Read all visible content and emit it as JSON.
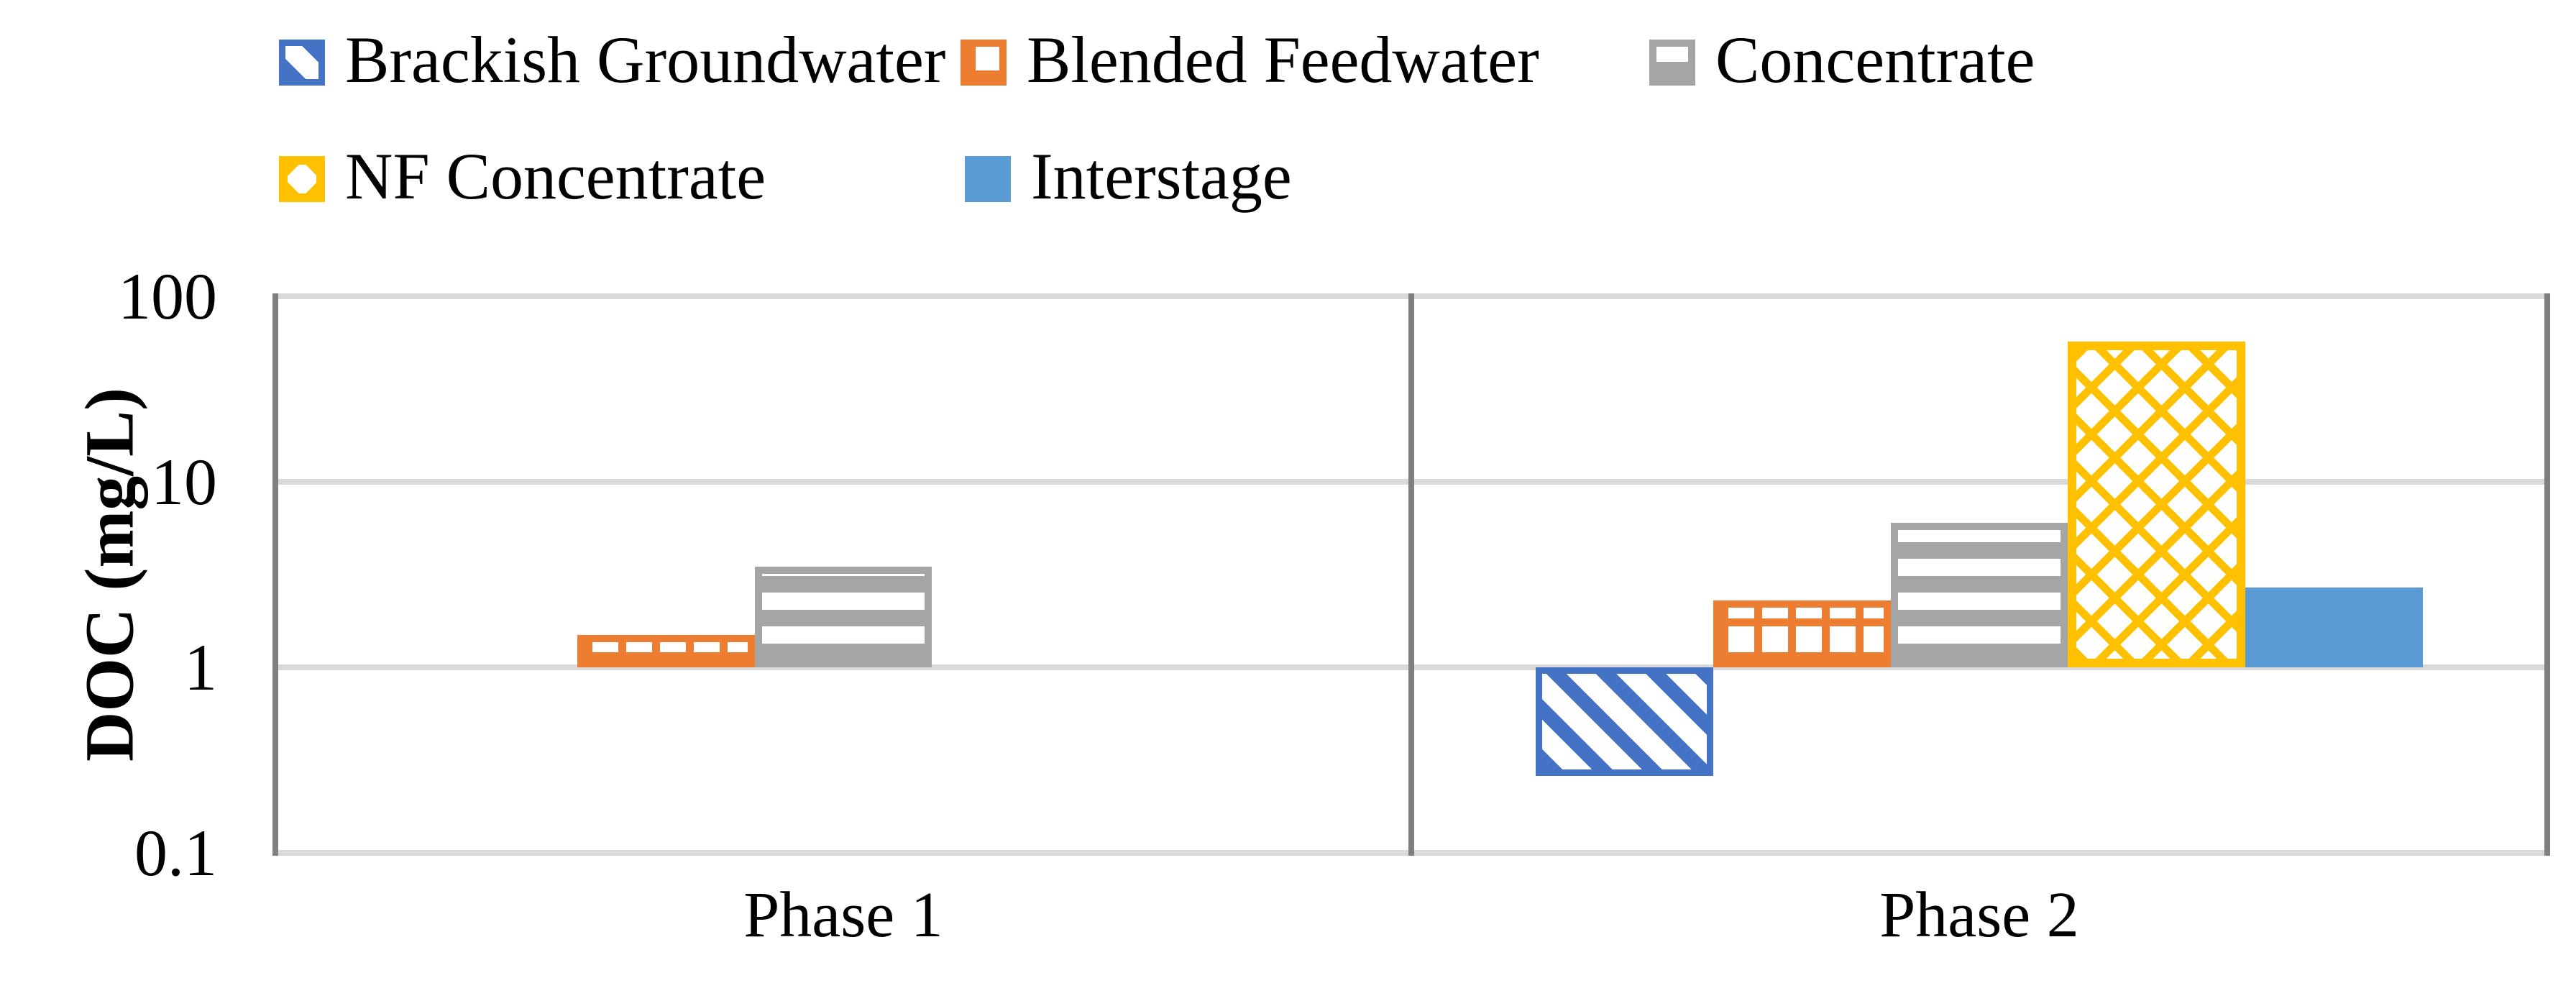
{
  "y_axis": {
    "title": "DOC (mg/L)",
    "ticks": [
      "100",
      "10",
      "1",
      "0.1"
    ]
  },
  "x_axis": {
    "categories": [
      "Phase 1",
      "Phase 2"
    ]
  },
  "colors": {
    "brackish_groundwater": "#4472C4",
    "blended_feedwater": "#ED7D31",
    "concentrate": "#A5A5A5",
    "nf_concentrate": "#FFC000",
    "interstage": "#5B9BD5",
    "gridline": "#D9D9D9",
    "axis_line": "#7F7F7F",
    "text": "#000000"
  },
  "chart_data": {
    "type": "bar",
    "title": "",
    "xlabel": "",
    "ylabel": "DOC (mg/L)",
    "y_scale": "log10",
    "ylim": [
      0.1,
      100
    ],
    "baseline": 1,
    "grid": "horizontal",
    "legend_position": "top-left",
    "categories": [
      "Phase 1",
      "Phase 2"
    ],
    "series": [
      {
        "name": "Brackish Groundwater",
        "pattern": "diagonal-stripes",
        "color": "#4472C4",
        "values": [
          null,
          0.26
        ]
      },
      {
        "name": "Blended Feedwater",
        "pattern": "grid",
        "color": "#ED7D31",
        "values": [
          1.5,
          2.3
        ]
      },
      {
        "name": "Concentrate",
        "pattern": "horizontal-stripes",
        "color": "#A5A5A5",
        "values": [
          3.5,
          6.0
        ]
      },
      {
        "name": "NF Concentrate",
        "pattern": "crosshatch",
        "color": "#FFC000",
        "values": [
          null,
          57
        ]
      },
      {
        "name": "Interstage",
        "pattern": "solid",
        "color": "#5B9BD5",
        "values": [
          null,
          2.7
        ]
      }
    ]
  }
}
